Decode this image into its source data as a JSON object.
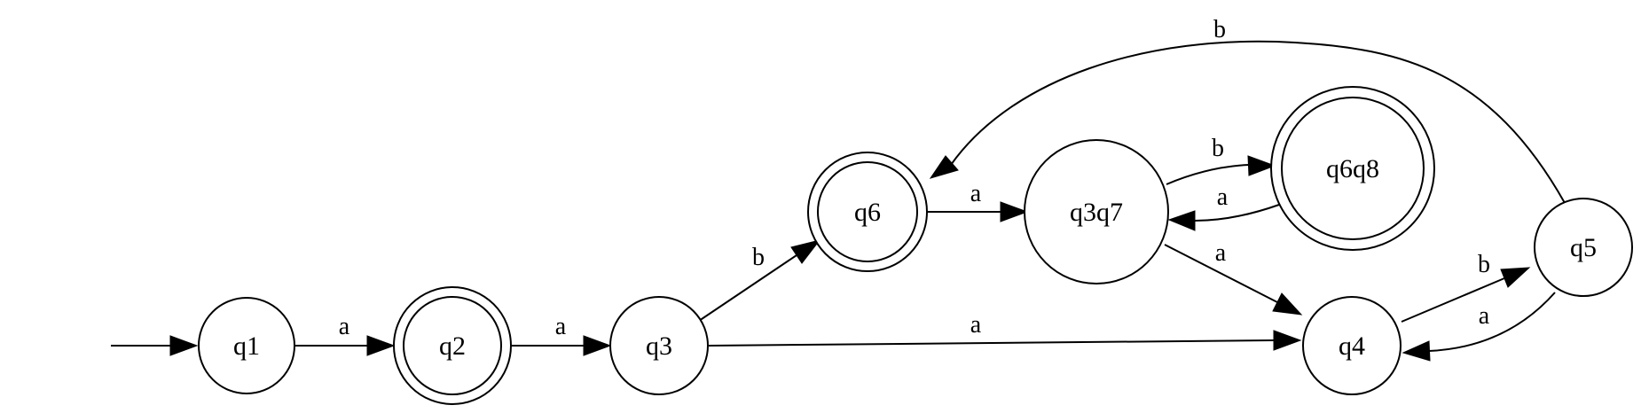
{
  "diagram": {
    "type": "finite-automaton",
    "colors": {
      "stroke": "#000000",
      "fill": "#ffffff",
      "text": "#000000"
    },
    "start_state": "q1",
    "states": [
      {
        "id": "q1",
        "label": "q1",
        "accepting": false
      },
      {
        "id": "q2",
        "label": "q2",
        "accepting": true
      },
      {
        "id": "q3",
        "label": "q3",
        "accepting": false
      },
      {
        "id": "q6",
        "label": "q6",
        "accepting": true
      },
      {
        "id": "q3q7",
        "label": "q3q7",
        "accepting": false
      },
      {
        "id": "q6q8",
        "label": "q6q8",
        "accepting": true
      },
      {
        "id": "q4",
        "label": "q4",
        "accepting": false
      },
      {
        "id": "q5",
        "label": "q5",
        "accepting": false
      }
    ],
    "transitions": [
      {
        "from": "q1",
        "to": "q2",
        "label": "a"
      },
      {
        "from": "q2",
        "to": "q3",
        "label": "a"
      },
      {
        "from": "q3",
        "to": "q6",
        "label": "b"
      },
      {
        "from": "q3",
        "to": "q4",
        "label": "a"
      },
      {
        "from": "q6",
        "to": "q3q7",
        "label": "a"
      },
      {
        "from": "q3q7",
        "to": "q6q8",
        "label": "b"
      },
      {
        "from": "q6q8",
        "to": "q3q7",
        "label": "a"
      },
      {
        "from": "q3q7",
        "to": "q4",
        "label": "a"
      },
      {
        "from": "q4",
        "to": "q5",
        "label": "b"
      },
      {
        "from": "q5",
        "to": "q4",
        "label": "a"
      },
      {
        "from": "q5",
        "to": "q6",
        "label": "b"
      }
    ]
  }
}
